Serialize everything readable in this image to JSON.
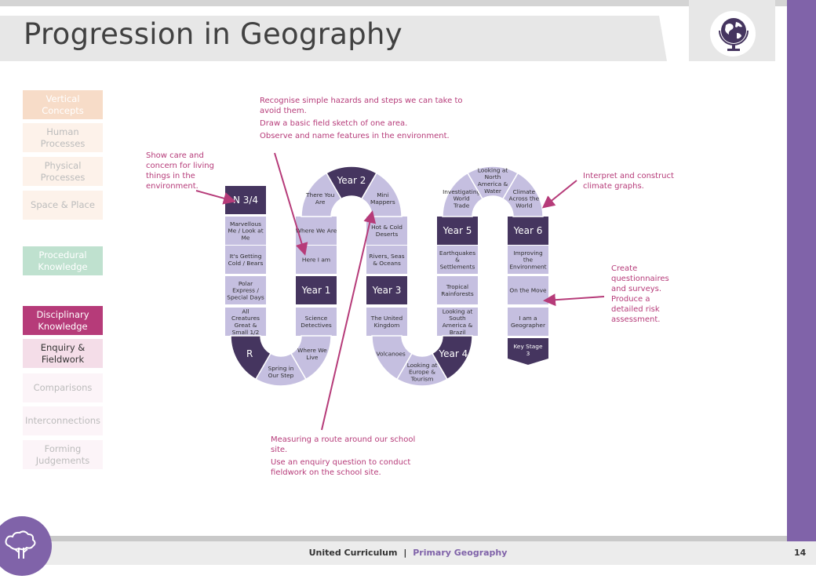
{
  "title": "Progression in Geography",
  "footer": {
    "brand": "United Curriculum",
    "separator": "|",
    "product": "Primary Geography",
    "page": "14"
  },
  "sidebar": [
    {
      "label": "Vertical Concepts",
      "bg": "#f7dcc8",
      "fg": "#ffffff"
    },
    {
      "label": "Human Processes",
      "bg": "#fdf2ea",
      "fg": "#bcbcbc"
    },
    {
      "label": "Physical Processes",
      "bg": "#fdf2ea",
      "fg": "#bcbcbc"
    },
    {
      "label": "Space & Place",
      "bg": "#fdf2ea",
      "fg": "#bcbcbc"
    },
    {
      "label": "Procedural Knowledge",
      "bg": "#bfe1cf",
      "fg": "#ffffff"
    },
    {
      "label": "Disciplinary Knowledge",
      "bg": "#b63b79",
      "fg": "#ffffff"
    },
    {
      "label": "Enquiry & Fieldwork",
      "bg": "#f4dde8",
      "fg": "#333333"
    },
    {
      "label": "Comparisons",
      "bg": "#fcf4f8",
      "fg": "#bcbcbc"
    },
    {
      "label": "Interconnections",
      "bg": "#fcf4f8",
      "fg": "#bcbcbc"
    },
    {
      "label": "Forming Judgements",
      "bg": "#fcf4f8",
      "fg": "#bcbcbc"
    }
  ],
  "annotations": {
    "top": [
      "Recognise simple hazards and steps we can take to avoid them.",
      "Draw a basic field sketch of one area.",
      "Observe and name features in the environment."
    ],
    "left": "Show care and concern for living things in the environment.",
    "right_top": "Interpret and construct climate graphs.",
    "right_mid": "Create questionnaires and surveys. Produce a detailed risk assessment.",
    "bottom": [
      "Measuring a route around our school site.",
      "Use an enquiry question to conduct fieldwork on the school site."
    ]
  },
  "colors": {
    "dark": "#45355f",
    "light": "#c5bfe0",
    "accent": "#b63b79",
    "purple": "#8063a9"
  },
  "path": {
    "start": "N 3/4",
    "col1": [
      "Marvellous Me / Look at Me",
      "It's Getting Cold / Bears",
      "Polar Express / Special Days",
      "All Creatures Great & Small 1/2"
    ],
    "bottom1": [
      "R",
      "Spring in Our Step",
      "Where We Live"
    ],
    "col2": [
      "Science Detectives",
      "Year 1",
      "Here I am",
      "Where We Are"
    ],
    "top1": [
      "There You Are",
      "Year 2",
      "Mini Mappers"
    ],
    "col3": [
      "Hot & Cold Deserts",
      "Rivers, Seas & Oceans",
      "Year 3",
      "The United Kingdom"
    ],
    "bottom2": [
      "Volcanoes",
      "Looking at Europe & Tourism",
      "Year 4"
    ],
    "col4": [
      "Looking at South America & Brazil",
      "Tropical Rainforests",
      "Earthquakes & Settlements",
      "Year 5"
    ],
    "top2": [
      "Investigating World Trade",
      "Looking at North America & Water",
      "Climate Across the World"
    ],
    "col5": [
      "Year 6",
      "Improving the Environment",
      "On the Move",
      "I am a Geographer"
    ],
    "end": "Key Stage 3"
  }
}
